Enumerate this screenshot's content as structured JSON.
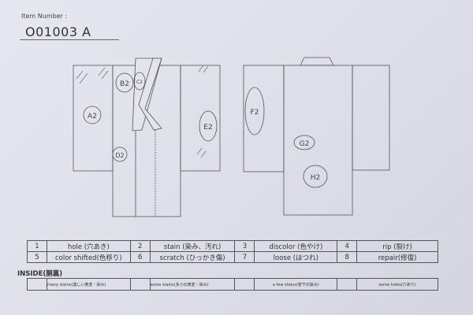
{
  "header": {
    "item_number_label": "Item Number :",
    "item_number": "O01003  A"
  },
  "diagram_marks": {
    "front": [
      "A2",
      "B2",
      "C2",
      "D2",
      "E2"
    ],
    "back": [
      "F2",
      "G2",
      "H2"
    ]
  },
  "legend": {
    "rows": [
      [
        {
          "n": "1",
          "label": "hole (穴あき)"
        },
        {
          "n": "2",
          "label": "stain (染み、汚れ)"
        },
        {
          "n": "3",
          "label": "discolor (色やけ)"
        },
        {
          "n": "4",
          "label": "rip (裂け)"
        }
      ],
      [
        {
          "n": "5",
          "label": "color shifted(色移り)"
        },
        {
          "n": "6",
          "label": "scratch (ひっかき傷)"
        },
        {
          "n": "7",
          "label": "loose (ほつれ)"
        },
        {
          "n": "8",
          "label": "repair(修復)"
        }
      ]
    ]
  },
  "inside": {
    "title": "INSIDE(胴裏)",
    "items": [
      "many stains(激しい黄変・染み)",
      "some stains(多小の黄変・染み)",
      "a few stains(若干の染み)",
      "some holes(穴あり)"
    ]
  }
}
